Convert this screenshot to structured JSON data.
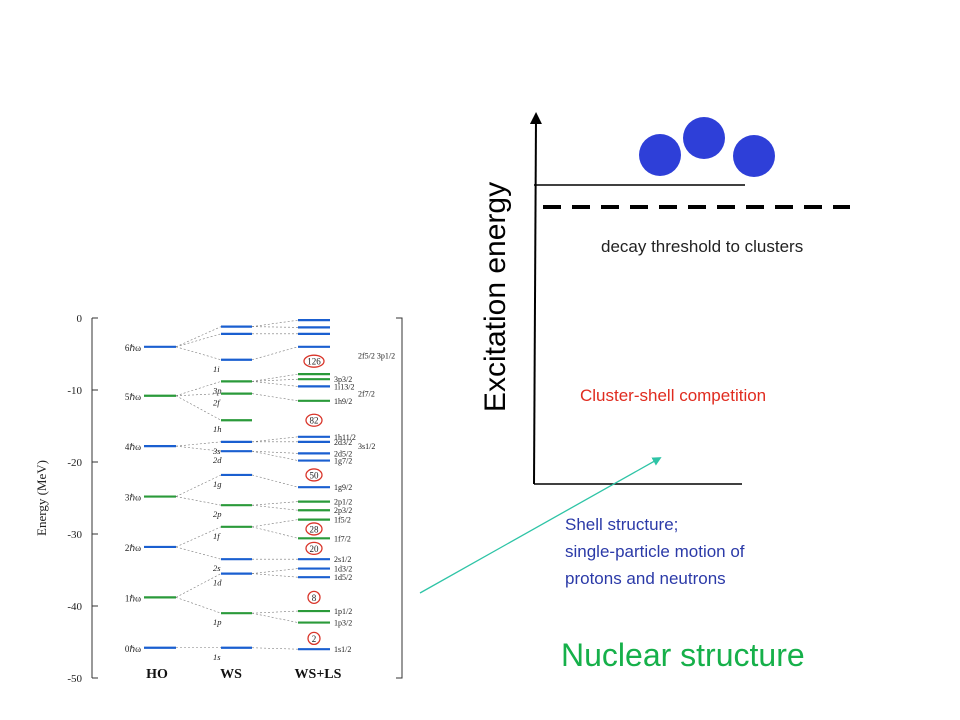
{
  "right_panel": {
    "y_axis_label": "Excitation energy",
    "decay_threshold": "decay threshold to clusters",
    "competition": "Cluster-shell competition",
    "shell_structure": [
      "Shell structure;",
      "single-particle motion of",
      "protons and neutrons"
    ],
    "footer": "Nuclear structure"
  },
  "shell_diagram": {
    "ylabel": "Energy  (MeV)",
    "ticks": [
      {
        "value": 0,
        "label": "0"
      },
      {
        "value": -10,
        "label": "-10"
      },
      {
        "value": -20,
        "label": "-20"
      },
      {
        "value": -30,
        "label": "-30"
      },
      {
        "value": -40,
        "label": "-40"
      },
      {
        "value": -50,
        "label": "-50"
      }
    ],
    "columns": [
      "HO",
      "WS",
      "WS+LS"
    ],
    "ho_levels": [
      {
        "label": "0ℏω",
        "energy": -45.8,
        "color": "#1a5fd0"
      },
      {
        "label": "1ℏω",
        "energy": -38.8,
        "color": "#2a9a3a"
      },
      {
        "label": "2ℏω",
        "energy": -31.8,
        "color": "#1a5fd0"
      },
      {
        "label": "3ℏω",
        "energy": -24.8,
        "color": "#2a9a3a"
      },
      {
        "label": "4ℏω",
        "energy": -17.8,
        "color": "#1a5fd0"
      },
      {
        "label": "5ℏω",
        "energy": -10.8,
        "color": "#2a9a3a"
      },
      {
        "label": "6ℏω",
        "energy": -4.0,
        "color": "#1a5fd0"
      }
    ],
    "ws_levels": [
      {
        "label": "1s",
        "energy": -45.8,
        "color": "#1a5fd0"
      },
      {
        "label": "1p",
        "energy": -41.0,
        "color": "#2a9a3a"
      },
      {
        "label": "1d",
        "energy": -35.5,
        "color": "#1a5fd0"
      },
      {
        "label": "2s",
        "energy": -33.5,
        "color": "#1a5fd0"
      },
      {
        "label": "1f",
        "energy": -29.0,
        "color": "#2a9a3a"
      },
      {
        "label": "2p",
        "energy": -26.0,
        "color": "#2a9a3a"
      },
      {
        "label": "1g",
        "energy": -21.8,
        "color": "#1a5fd0"
      },
      {
        "label": "2d",
        "energy": -18.5,
        "color": "#1a5fd0"
      },
      {
        "label": "3s",
        "energy": -17.2,
        "color": "#1a5fd0"
      },
      {
        "label": "1h",
        "energy": -14.2,
        "color": "#2a9a3a"
      },
      {
        "label": "2f",
        "energy": -10.5,
        "color": "#2a9a3a"
      },
      {
        "label": "3p",
        "energy": -8.8,
        "color": "#2a9a3a"
      },
      {
        "label": "1i",
        "energy": -5.8,
        "color": "#1a5fd0"
      },
      {
        "label": "",
        "energy": -2.2,
        "color": "#1a5fd0"
      },
      {
        "label": "",
        "energy": -1.2,
        "color": "#1a5fd0"
      }
    ],
    "wsls_levels": [
      {
        "label": "1s1/2",
        "energy": -46.0,
        "color": "#1a5fd0"
      },
      {
        "label": "1p3/2",
        "energy": -42.3,
        "color": "#2a9a3a"
      },
      {
        "label": "1p1/2",
        "energy": -40.7,
        "color": "#2a9a3a"
      },
      {
        "label": "1d5/2",
        "energy": -36.0,
        "color": "#1a5fd0"
      },
      {
        "label": "1d3/2",
        "energy": -34.8,
        "color": "#1a5fd0"
      },
      {
        "label": "2s1/2",
        "energy": -33.5,
        "color": "#1a5fd0"
      },
      {
        "label": "1f7/2",
        "energy": -30.6,
        "color": "#2a9a3a"
      },
      {
        "label": "1f5/2",
        "energy": -28.0,
        "color": "#2a9a3a"
      },
      {
        "label": "2p3/2",
        "energy": -26.7,
        "color": "#2a9a3a"
      },
      {
        "label": "2p1/2",
        "energy": -25.5,
        "color": "#2a9a3a"
      },
      {
        "label": "1g9/2",
        "energy": -23.5,
        "color": "#1a5fd0"
      },
      {
        "label": "1g7/2",
        "energy": -19.8,
        "color": "#1a5fd0"
      },
      {
        "label": "2d5/2",
        "energy": -18.8,
        "color": "#1a5fd0"
      },
      {
        "label": "2d3/2",
        "energy": -17.2,
        "color": "#1a5fd0"
      },
      {
        "label": "1h11/2",
        "energy": -16.5,
        "color": "#1a5fd0"
      },
      {
        "label": "1h9/2",
        "energy": -11.5,
        "color": "#2a9a3a"
      },
      {
        "label": "1i13/2",
        "energy": -9.5,
        "color": "#1a5fd0"
      },
      {
        "label": "3p3/2",
        "energy": -8.5,
        "color": "#2a9a3a"
      },
      {
        "label": "",
        "energy": -7.8,
        "color": "#2a9a3a"
      },
      {
        "label": "",
        "energy": -4.0,
        "color": "#1a5fd0"
      },
      {
        "label": "",
        "energy": -2.2,
        "color": "#1a5fd0"
      },
      {
        "label": "",
        "energy": -1.3,
        "color": "#1a5fd0"
      },
      {
        "label": "",
        "energy": -0.3,
        "color": "#1a5fd0"
      }
    ],
    "extra_labels": [
      {
        "text": "2f5/2  3p1/2",
        "energy": -5.2
      },
      {
        "text": "2f7/2",
        "energy": -10.5
      },
      {
        "text": "3s1/2",
        "energy": -17.8
      }
    ],
    "magic_numbers": [
      {
        "value": "2",
        "energy": -44.5
      },
      {
        "value": "8",
        "energy": -38.8
      },
      {
        "value": "20",
        "energy": -32.0
      },
      {
        "value": "28",
        "energy": -29.3
      },
      {
        "value": "50",
        "energy": -21.8
      },
      {
        "value": "82",
        "energy": -14.2
      },
      {
        "value": "126",
        "energy": -6.0
      }
    ],
    "colors": {
      "blue": "#1a5fd0",
      "green": "#2a9a3a",
      "magic": "#d9352a",
      "connector": "#7a7a7a"
    }
  },
  "colors": {
    "cluster_dot": "#2e3fd8",
    "competition_text": "#e02b1f",
    "shell_text": "#2b3aa8",
    "footer_text": "#16b04a",
    "arrow": "#2ec4a6",
    "threshold_text": "#222222"
  }
}
